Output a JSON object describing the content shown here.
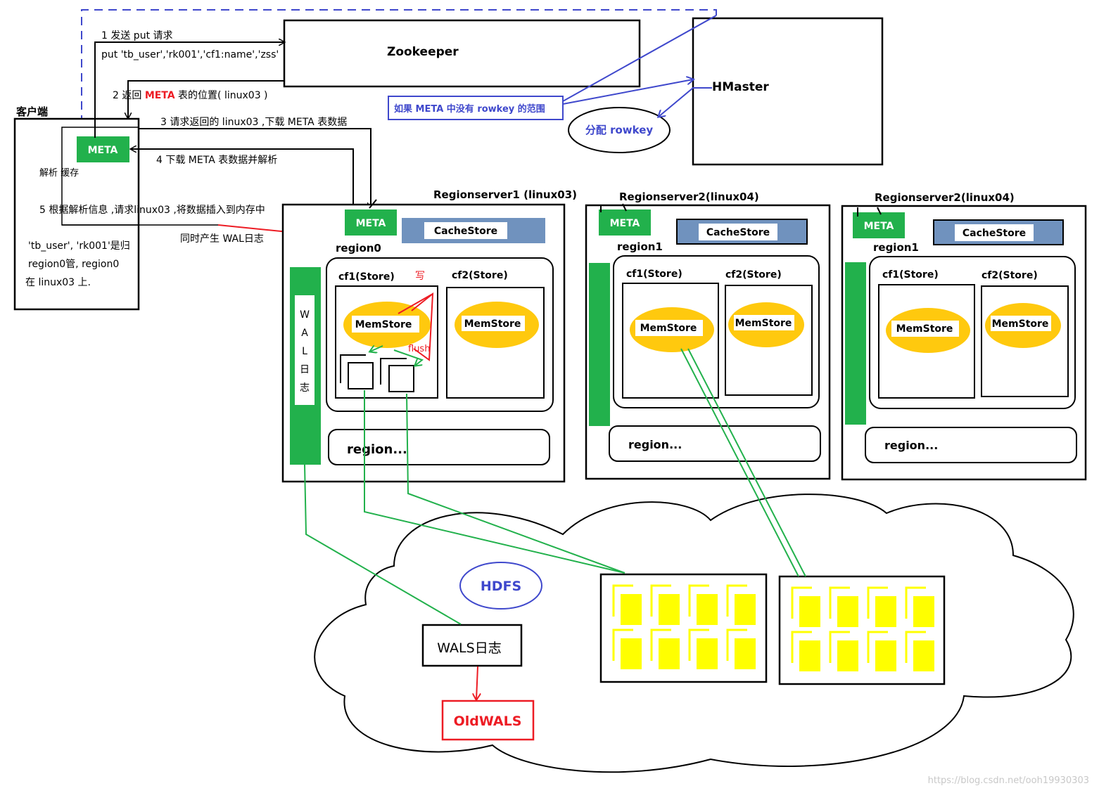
{
  "zookeeper": "Zookeeper",
  "hmaster": "HMaster",
  "client": {
    "title": "客户端",
    "meta": "META",
    "parse_cache": "解析 缓存",
    "note1": "'tb_user', 'rk001'是归",
    "note2": "region0管, region0",
    "note3": "在 linux03 上."
  },
  "steps": {
    "s1": "1 发送 put 请求",
    "s1_cmd": "put 'tb_user','rk001','cf1:name','zss'",
    "s2_pre": "2 返回 ",
    "s2_meta": "META",
    "s2_post": " 表的位置( linux03 )",
    "s3": "3 请求返回的 linux03 ,下载 META 表数据",
    "s4": "4 下载 META 表数据并解析",
    "s5": "5 根据解析信息 ,请求linux03 ,将数据插入到内存中",
    "s5b": "同时产生 WAL日志"
  },
  "hmaster_note": "如果 META 中没有 rowkey 的范围",
  "assign_rowkey": "分配 rowkey",
  "rs1": {
    "title": "Regionserver1 (linux03)",
    "meta": "META",
    "cache": "CacheStore",
    "region": "region0",
    "cf1": "cf1(Store)",
    "cf2": "cf2(Store)",
    "memstore": "MemStore",
    "write": "写",
    "flush": "flush",
    "wal": [
      "W",
      "A",
      "L",
      "日",
      "志"
    ],
    "region_more": "region..."
  },
  "rs2": {
    "title": "Regionserver2(linux04)",
    "meta": "META",
    "cache": "CacheStore",
    "region": "region1",
    "cf1": "cf1(Store)",
    "cf2": "cf2(Store)",
    "memstore": "MemStore",
    "region_more": "region..."
  },
  "rs3": {
    "title": "Regionserver2(linux04)",
    "meta": "META",
    "cache": "CacheStore",
    "region": "region1",
    "cf1": "cf1(Store)",
    "cf2": "cf2(Store)",
    "memstore": "MemStore",
    "region_more": "region..."
  },
  "hdfs": "HDFS",
  "wals": "WALS日志",
  "oldwals": "OldWALS",
  "watermark": "https://blog.csdn.net/ooh19930303",
  "colors": {
    "green": "#22b14c",
    "blue_grey": "#7092be",
    "yellow": "#ffc90e",
    "red": "#ed1c24",
    "indigo": "#3f48cc",
    "file_yellow": "#ffff00"
  }
}
